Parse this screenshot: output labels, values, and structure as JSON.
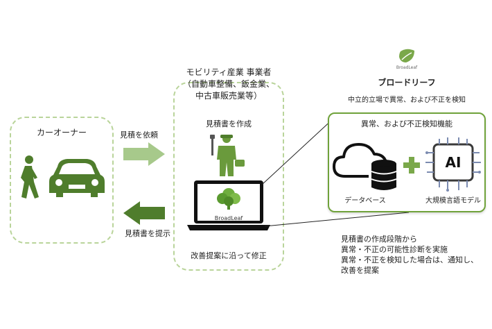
{
  "owner": {
    "title": "カーオーナー"
  },
  "arrows": {
    "request_label": "見積を依頼",
    "present_label": "見積書を提示"
  },
  "business": {
    "title_line1": "モビリティ産業 事業者",
    "title_line2": "（自動車整備、鈑金業、",
    "title_line3": "中古車販売業等）",
    "create_label": "見積書を作成",
    "revise_label": "改善提案に沿って修正",
    "laptop_logo_text": "BroadLeaf"
  },
  "broadleaf": {
    "logo_text": "BroadLeaf",
    "name": "ブロードリーフ",
    "subtitle": "中立的立場で異常、および不正を検知"
  },
  "function_box": {
    "title": "異常、および不正検知機能",
    "db_label": "データベース",
    "llm_label": "大規模言語モデル",
    "ai_text": "AI"
  },
  "description": {
    "line1": "見積書の作成段階から",
    "line2": "異常・不正の可能性診断を実施",
    "line3": "異常・不正を検知した場合は、通知し、",
    "line4": "改善を提案"
  },
  "colors": {
    "accent_green": "#7aa84a",
    "dark_green": "#4d7a2a",
    "light_arrow": "#a7c98b",
    "dark_arrow": "#4f7d2c",
    "dash_border": "#b9d49a"
  }
}
